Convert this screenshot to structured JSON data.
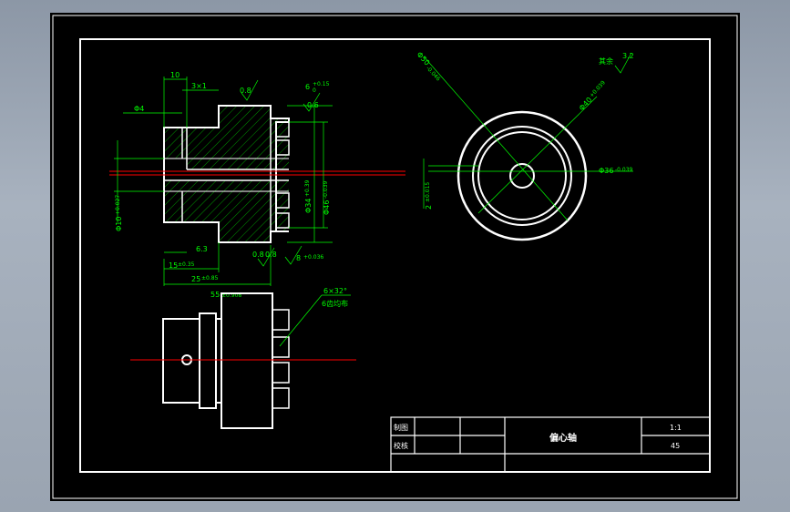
{
  "title_block": {
    "drawn_by_label": "制图",
    "checked_by_label": "校核",
    "part_name": "偏心轴",
    "scale": "1:1",
    "material": "45"
  },
  "front_view": {
    "dim_10": "10",
    "dim_3x1": "3×1",
    "dim_phi4": "Φ4",
    "rough_08_a": "0.8",
    "rough_06": "0.6",
    "rough_08_b": "0.8",
    "rough_08_c": "0.8",
    "tol_6_main": "6",
    "tol_6_sup": "+0.15",
    "tol_6_sub": "0",
    "dim_phi10": "Φ10",
    "dim_phi10_tol": "+0.027",
    "dim_6_3": "6.3",
    "dim_15": "15",
    "dim_15_tol": "±0.35",
    "dim_25": "25",
    "dim_25_tol": "±0.85",
    "dim_55": "55",
    "dim_55_tol": "±0.908",
    "dim_phi34": "Φ34",
    "dim_phi34_tol": "+0.39",
    "dim_phi46": "Φ46",
    "dim_phi46_tol": "-0.039",
    "dim_8": "8",
    "dim_8_tol": "+0.036"
  },
  "side_view": {
    "dim_phi50": "Φ50",
    "dim_phi50_tol": "-0.046",
    "dim_phi40": "Φ40",
    "dim_phi40_tol": "+0.039",
    "dim_phi36": "Φ36",
    "dim_phi36_tol": "-0.039",
    "dim_2": "2",
    "dim_2_tol": "±0.015",
    "remaining_label": "其余",
    "remaining_roughness": "3.2"
  },
  "bottom_view": {
    "teeth_spec": "6×32°",
    "teeth_note": "6齿均布"
  }
}
